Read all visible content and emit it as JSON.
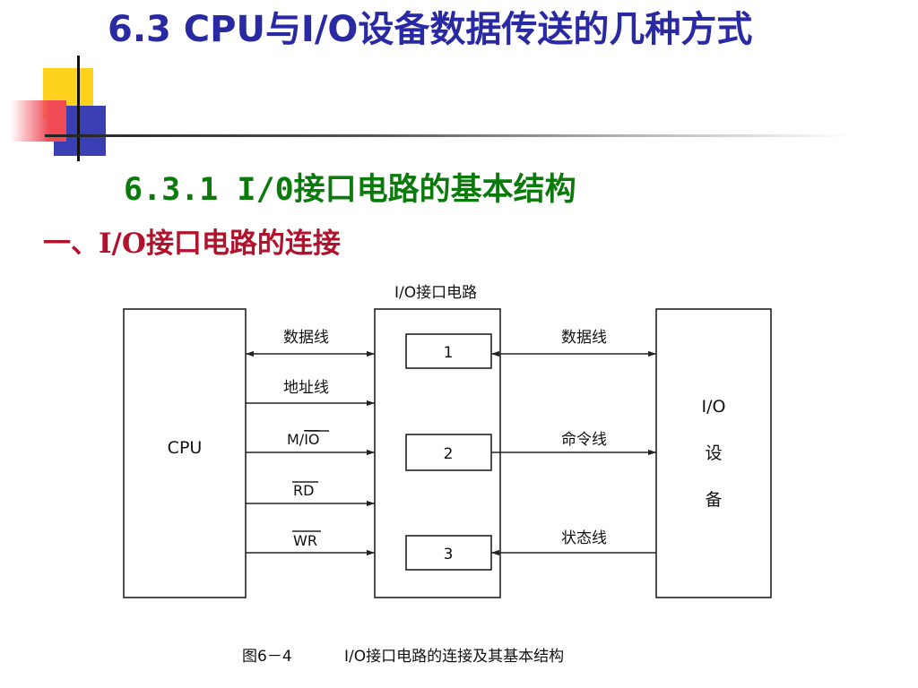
{
  "slide": {
    "title": "6.3  CPU与I/O设备数据传送的几种方式",
    "subtitle": "6.3.1   I/0接口电路的基本结构",
    "section_prefix": "一、",
    "section_bold": "I/O",
    "section_rest": "接口电路的连接"
  },
  "colors": {
    "title": "#2929a3",
    "subtitle": "#0a7a0a",
    "section": "#b1122c"
  },
  "diagram": {
    "interface_label": "I/O接口电路",
    "cpu_label": "CPU",
    "device_label_lines": [
      "I/O",
      "设",
      "备"
    ],
    "registers": [
      "1",
      "2",
      "3"
    ],
    "cpu_side_lines": {
      "data": "数据线",
      "address": "地址线",
      "mio_prefix": "M/",
      "mio_overline": "IO",
      "rd": "RD",
      "wr": "WR"
    },
    "device_side_lines": {
      "data": "数据线",
      "command": "命令线",
      "status": "状态线"
    },
    "caption_num": "图6－4",
    "caption_text": "I/O接口电路的连接及其基本结构"
  }
}
